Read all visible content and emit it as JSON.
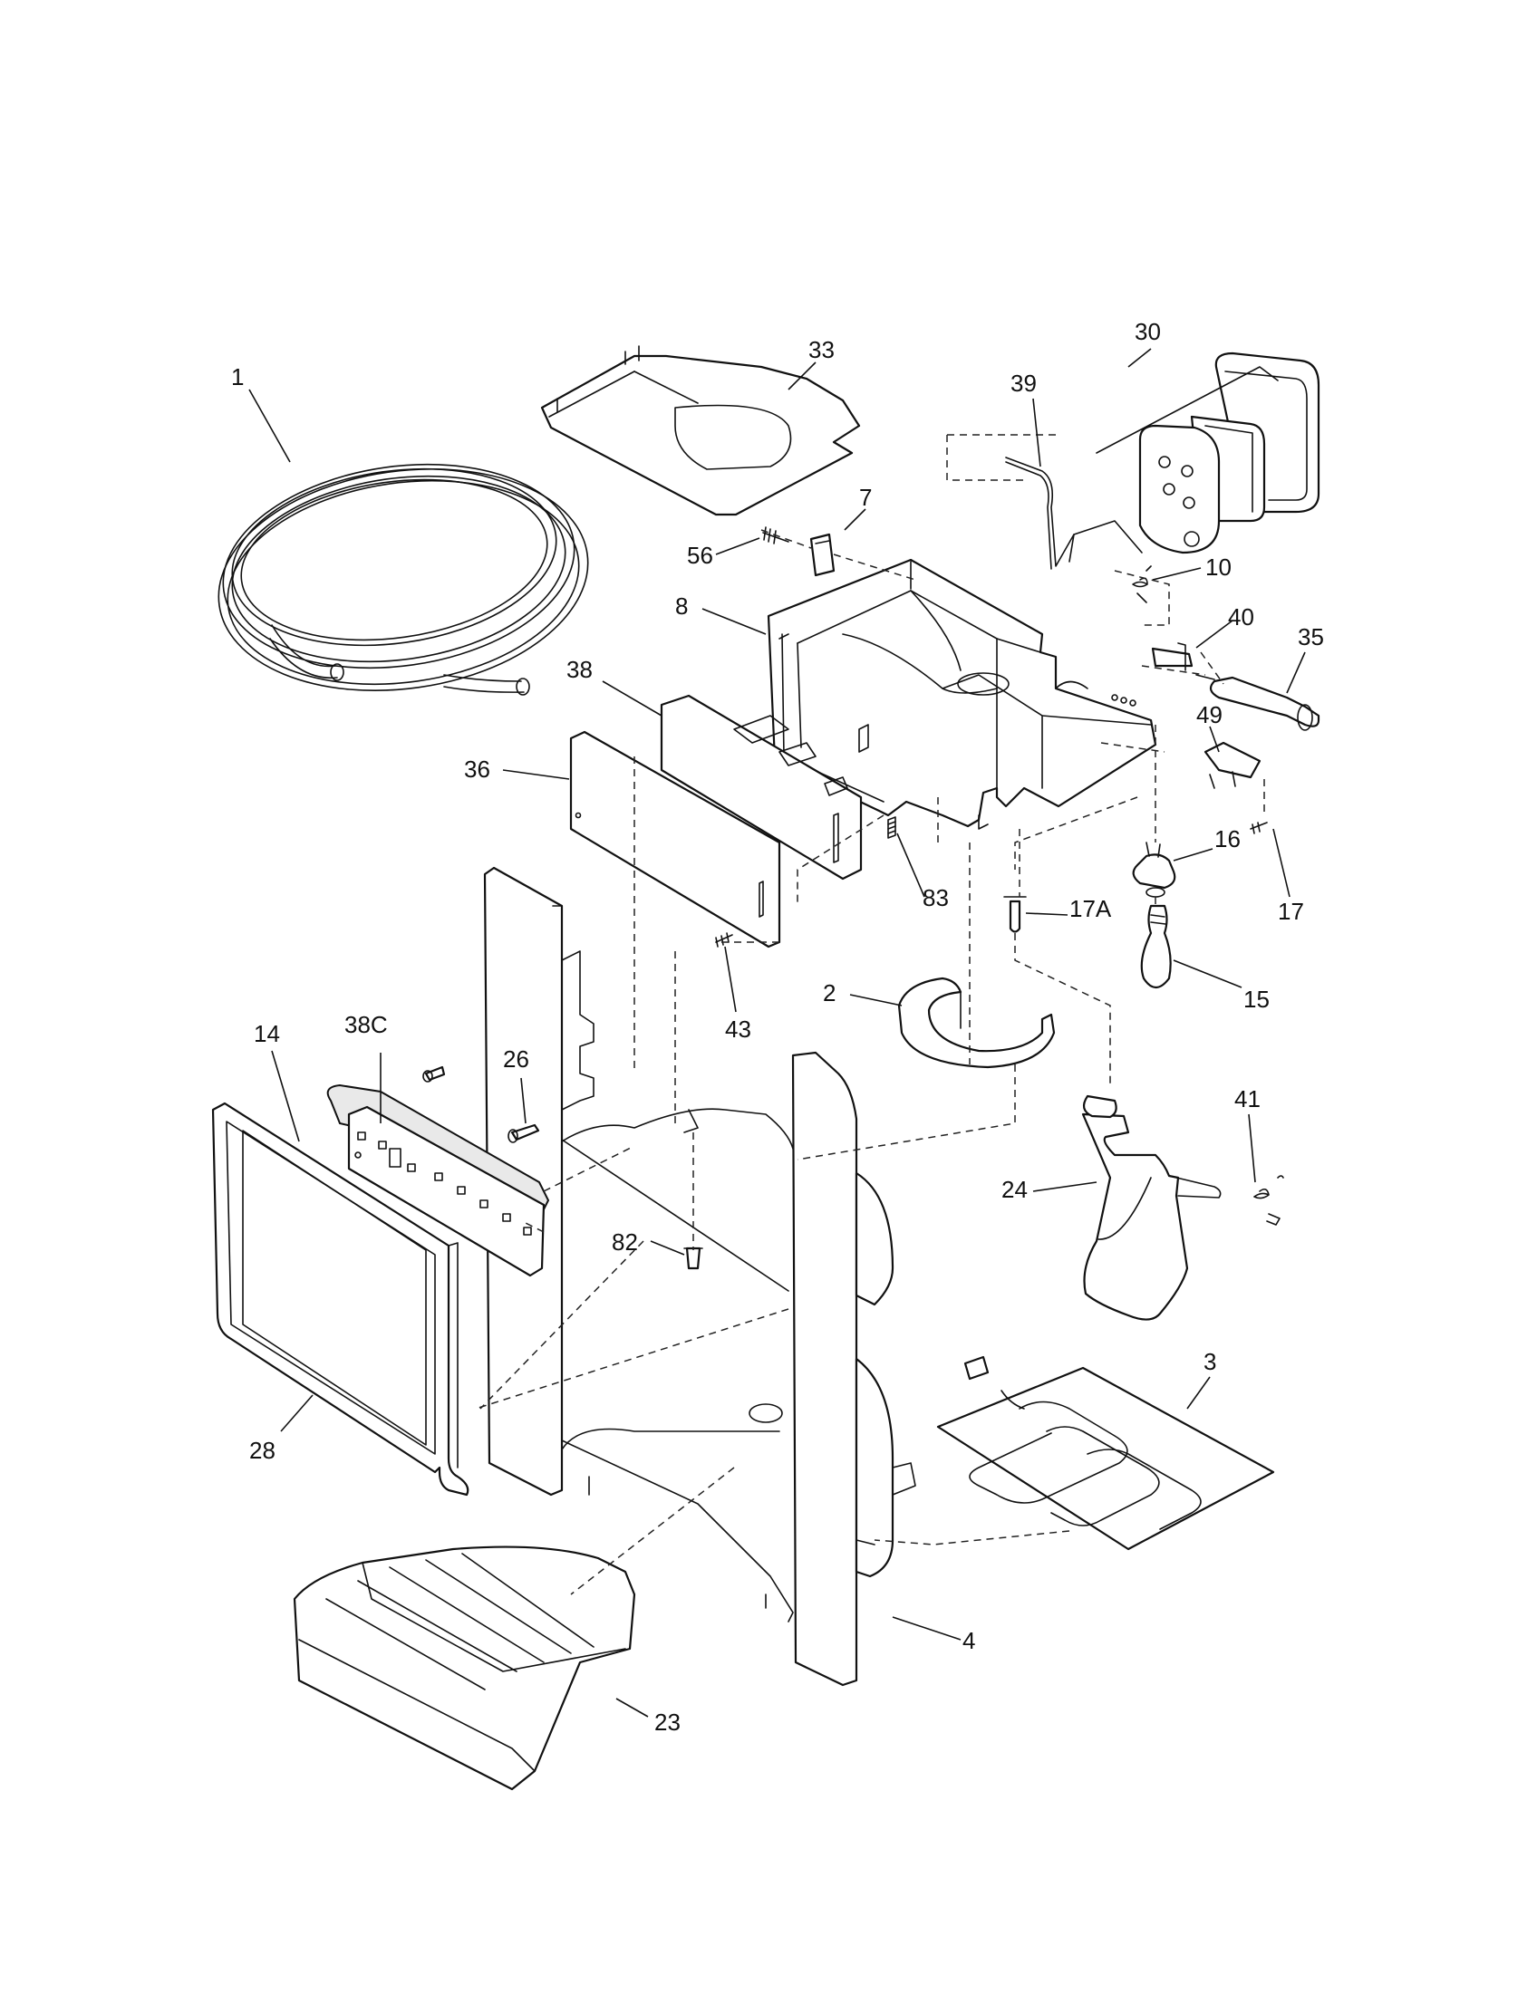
{
  "diagram": {
    "callouts": {
      "p1": "1",
      "p33": "33",
      "p30": "30",
      "p39": "39",
      "p7": "7",
      "p56": "56",
      "p10": "10",
      "p8": "8",
      "p40": "40",
      "p35": "35",
      "p38": "38",
      "p49": "49",
      "p36": "36",
      "p83": "83",
      "p16": "16",
      "p17A": "17A",
      "p17": "17",
      "p15": "15",
      "p43": "43",
      "p2": "2",
      "p14": "14",
      "p38C": "38C",
      "p26": "26",
      "p41": "41",
      "p24": "24",
      "p82": "82",
      "p3": "3",
      "p28": "28",
      "p4": "4",
      "p23": "23"
    }
  }
}
